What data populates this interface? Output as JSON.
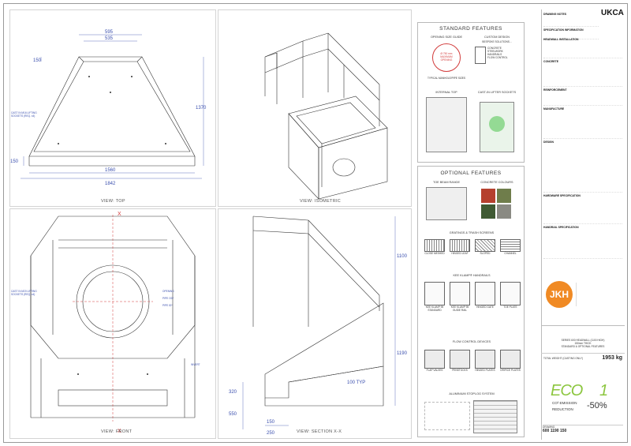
{
  "views": {
    "top": "VIEW: TOP",
    "isometric": "VIEW: ISOMETRIC",
    "front": "VIEW: FRONT",
    "section": "VIEW: SECTION X-X"
  },
  "dimensions_top": {
    "d595": "595",
    "d535": "535",
    "d150a": "150",
    "d1370": "1370",
    "d150b": "150",
    "d1560": "1560",
    "d1842": "1842",
    "cast_in_note": "CAST IN M16 LIFTING SOCKETS (REQ. x4)"
  },
  "dimensions_front": {
    "cast_in_note": "CAST IN M20 LIFTING SOCKETS (REQ. x4)",
    "opening": "OPENING",
    "pipe1": "PIPE OD*",
    "pipe2": "PIPE ID*",
    "invert": "INVERT",
    "x_top": "X",
    "x_bottom": "X"
  },
  "dimensions_section": {
    "d1100": "1100",
    "d1190": "1190",
    "d320": "320",
    "d550": "550",
    "d100": "100 TYP",
    "d150": "150",
    "d250": "250"
  },
  "standard_features": {
    "title": "STANDARD FEATURES",
    "opening_guide": "OPENING SIZE GUIDE",
    "opening_circle": "Ø 750 mm MAXIMUM OPENING",
    "typical_wall": "TYPICAL MANHOLE/PIPE SIZES",
    "custom_design": "CUSTOM DESIGN",
    "custom_sub": "BESPOKE SOLUTIONS...",
    "custom_items": [
      "CONCRETE",
      "STEELWORK",
      "HANDRAILS",
      "FLOW CONTROL"
    ],
    "internal_top": "INTERNAL TOP",
    "cast_sockets": "CAST-IN LIFTER SOCKETS"
  },
  "optional_features": {
    "title": "OPTIONAL FEATURES",
    "toe_beam": "TOE BEAM RANGE",
    "concrete_colours": "CONCRETE COLOURS",
    "colour_swatches": [
      "#b5402e",
      "#6f7d4b",
      "#3f5a33",
      "#8a8a83"
    ],
    "gratings": "GRATINGS & TRASH SCREENS",
    "grating_options": [
      "CLOSE MESHED",
      "HINGED LEAF",
      "SLOPED",
      "CHANNEL"
    ],
    "handrails": "KEE KLAMP® HANDRAILS",
    "handrail_options": [
      "KEE KLAMP 95 STANDARD",
      "KEE KLAMP 95 GUIDE RAIL",
      "HINGED GATE",
      "TOE PLATE"
    ],
    "flow_control": "FLOW CONTROL DEVICES",
    "flow_options": [
      "FLAP VALVES",
      "PENSTOCKS",
      "HINGED PLATES",
      "ORIFICE PLATES"
    ],
    "aluminium": "ALUMINIUM STOPLOG SYSTEM"
  },
  "spec": {
    "sections": [
      "DRAWING NOTES",
      "SPECIFICATION INFORMATION",
      "HEADWALL INSTALLATION",
      "CONCRETE",
      "REINFORCEMENT",
      "MANUFACTURE",
      "DESIGN",
      "HARDWARE SPECIFICATION",
      "HANDRAIL SPECIFICATION"
    ],
    "mark": "UKCA"
  },
  "title_block": {
    "company": "JKH",
    "series": "SERIES 600 HEADWALL (1100 HIGH)",
    "wall": "150mm THICK",
    "features": "STANDARD & OPTIONAL FEATURES",
    "weight_label": "TOTAL WEIGHT (CASTING ONLY)",
    "weight": "1953 kg",
    "eco_word": "ECO",
    "eco_number": "1",
    "emission": "CO² EMISSION",
    "reduction": "REDUCTION",
    "reduction_value": "-50%",
    "drawing_label": "DRAWING",
    "drawing_no": "600 1190 150"
  }
}
